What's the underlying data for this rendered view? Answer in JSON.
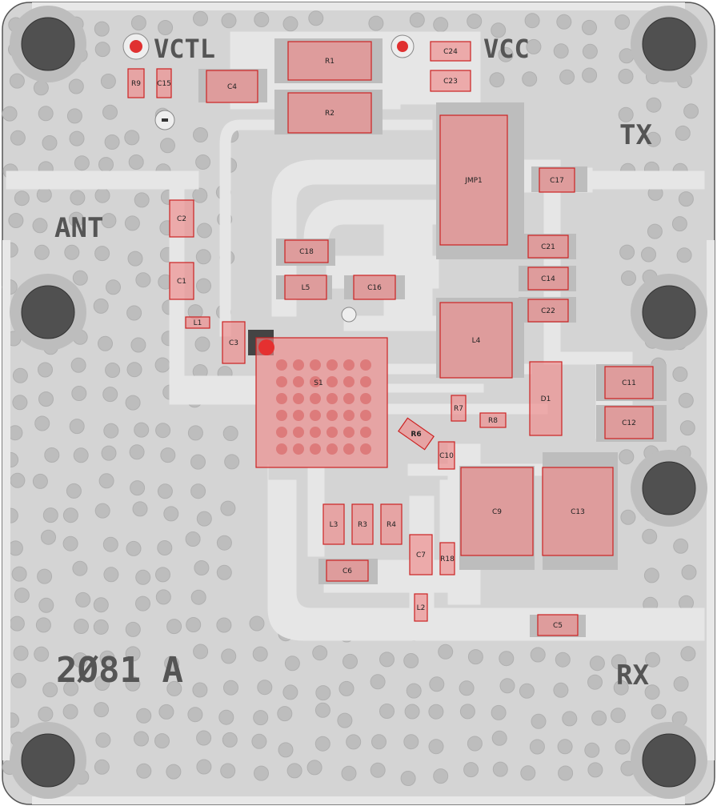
{
  "board": {
    "silkscreen": {
      "vctl": "VCTL",
      "vcc": "VCC",
      "tx": "TX",
      "ant": "ANT",
      "rx": "RX",
      "part": "2Ø81 A"
    },
    "colors": {
      "board_bg": "#d4d4d4",
      "trace": "#e6e6e6",
      "via": "#b9b9b9",
      "pad_fill": "#f08a8a",
      "pad_stroke": "#cc2222",
      "mount_hole": "#505050",
      "silk": "#555555"
    },
    "components": [
      {
        "ref": "R1"
      },
      {
        "ref": "R2"
      },
      {
        "ref": "C4"
      },
      {
        "ref": "R9"
      },
      {
        "ref": "C15"
      },
      {
        "ref": "C24"
      },
      {
        "ref": "C23"
      },
      {
        "ref": "JMP1"
      },
      {
        "ref": "C17"
      },
      {
        "ref": "C2"
      },
      {
        "ref": "C1"
      },
      {
        "ref": "L1"
      },
      {
        "ref": "C3"
      },
      {
        "ref": "C18"
      },
      {
        "ref": "L5"
      },
      {
        "ref": "C16"
      },
      {
        "ref": "C21"
      },
      {
        "ref": "C14"
      },
      {
        "ref": "C22"
      },
      {
        "ref": "L4"
      },
      {
        "ref": "S1"
      },
      {
        "ref": "D1"
      },
      {
        "ref": "C11"
      },
      {
        "ref": "C12"
      },
      {
        "ref": "R7"
      },
      {
        "ref": "R8"
      },
      {
        "ref": "R6"
      },
      {
        "ref": "C10"
      },
      {
        "ref": "C9"
      },
      {
        "ref": "C13"
      },
      {
        "ref": "L3"
      },
      {
        "ref": "R3"
      },
      {
        "ref": "R4"
      },
      {
        "ref": "C7"
      },
      {
        "ref": "R18"
      },
      {
        "ref": "C6"
      },
      {
        "ref": "L2"
      },
      {
        "ref": "C5"
      }
    ]
  }
}
